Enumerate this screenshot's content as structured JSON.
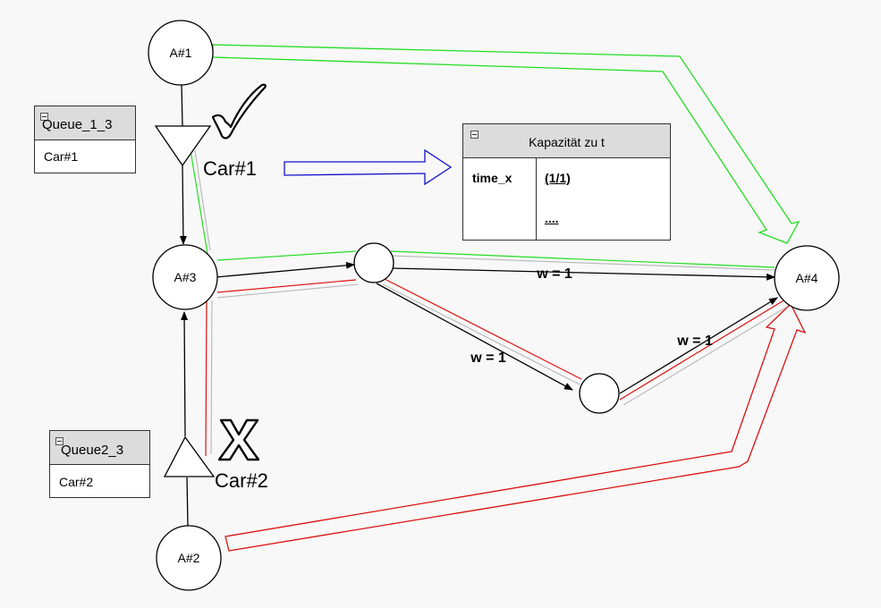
{
  "nodes": {
    "a1": "A#1",
    "a2": "A#2",
    "a3": "A#3",
    "a4": "A#4"
  },
  "queues": {
    "q1": {
      "title": "Queue_1_3",
      "item": "Car#1"
    },
    "q2": {
      "title": "Queue2_3",
      "item": "Car#2"
    }
  },
  "cars": {
    "car1": "Car#1",
    "car2": "Car#2"
  },
  "weights": {
    "top": "w = 1",
    "lower_left": "w = 1",
    "lower_right": "w = 1"
  },
  "capacity_table": {
    "title": "Kapazität zu t",
    "row_label": "time_x",
    "value": "(1/1)",
    "ellipsis": "...."
  },
  "marks": {
    "check": "✓",
    "cross": "X"
  },
  "colors": {
    "green_path": "#22dd22",
    "red_path": "#dd1111",
    "blue_arrow": "#1111cc",
    "gray_path": "#bbbbbb",
    "edge": "#000000"
  }
}
